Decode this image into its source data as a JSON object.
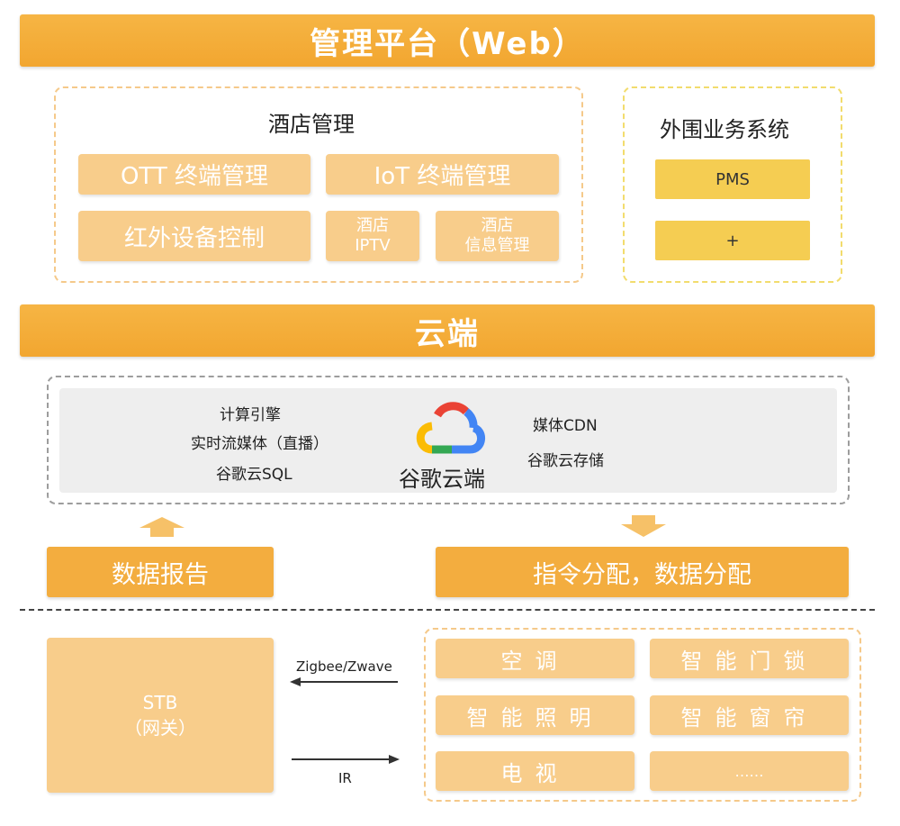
{
  "header": {
    "title": "管理平台（Web）"
  },
  "hotel_mgmt": {
    "title": "酒店管理",
    "ott": "OTT 终端管理",
    "iot": "IoT 终端管理",
    "ir": "红外设备控制",
    "iptv_line1": "酒店",
    "iptv_line2": "IPTV",
    "info_line1": "酒店",
    "info_line2": "信息管理"
  },
  "external": {
    "title": "外围业务系统",
    "pms": "PMS",
    "plus": "+"
  },
  "cloud_header": {
    "title": "云端"
  },
  "cloud": {
    "left": [
      "计算引擎",
      "实时流媒体（直播）",
      "谷歌云SQL"
    ],
    "logo_label": "谷歌云端",
    "right": [
      "媒体CDN",
      "谷歌云存储"
    ]
  },
  "flows": {
    "report": "数据报告",
    "dispatch": "指令分配，数据分配"
  },
  "gateway": {
    "line1": "STB",
    "line2": "（网关）"
  },
  "links": {
    "zigbee": "Zigbee/Zwave",
    "ir": "IR"
  },
  "devices": [
    "空调",
    "智能门锁",
    "智能照明",
    "智能窗帘",
    "电视",
    "……"
  ],
  "colors": {
    "banner": "#f2a630",
    "tile": "#f8cd8b",
    "system_tile": "#f5cd52",
    "cloud_panel": "#eeeeee"
  }
}
